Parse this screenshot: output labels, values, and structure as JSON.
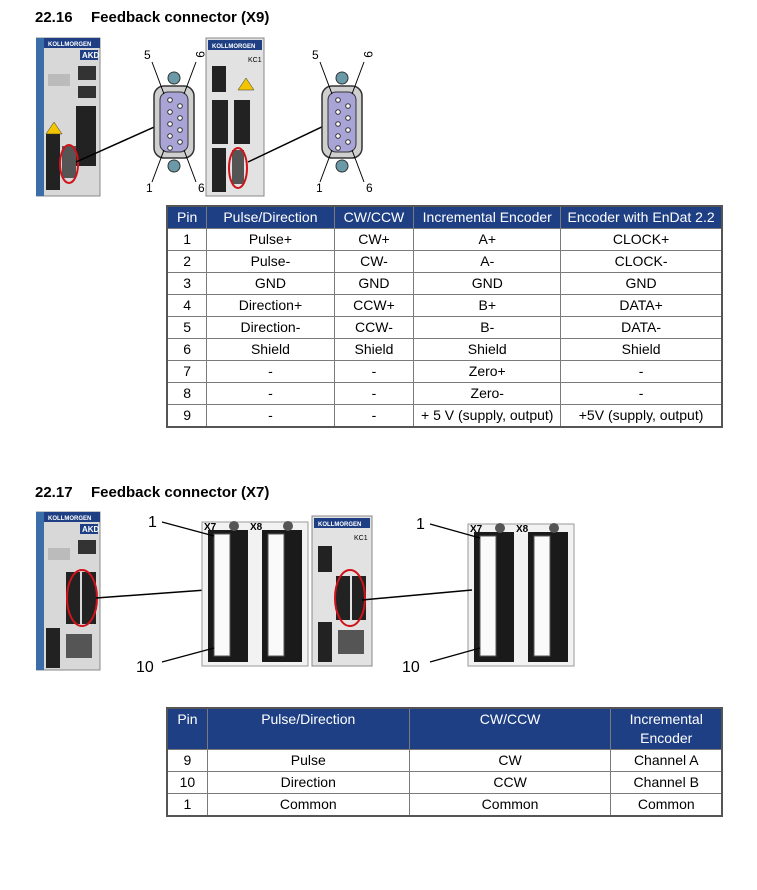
{
  "section1": {
    "number": "22.16",
    "title": "Feedback connector (X9)",
    "figure": {
      "pin_labels_left": {
        "top": "5",
        "bottom": "1"
      },
      "pin_labels_right": {
        "top": "9",
        "bottom": "6"
      },
      "pin_labels2_left": {
        "top": "5",
        "bottom": "1"
      },
      "pin_labels2_right": {
        "top": "9",
        "bottom": "6"
      },
      "drive1_brand": "KOLLMORGEN",
      "drive1_model": "AKD",
      "drive2_brand": "KOLLMORGEN",
      "drive2_model": "KC1"
    },
    "table": {
      "headers": [
        "Pin",
        "Pulse/Direction",
        "CW/CCW",
        "Incremental Encoder",
        "Encoder with EnDat 2.2"
      ],
      "rows": [
        [
          "1",
          "Pulse+",
          "CW+",
          "A+",
          "CLOCK+"
        ],
        [
          "2",
          "Pulse-",
          "CW-",
          "A-",
          "CLOCK-"
        ],
        [
          "3",
          "GND",
          "GND",
          "GND",
          "GND"
        ],
        [
          "4",
          "Direction+",
          "CCW+",
          "B+",
          "DATA+"
        ],
        [
          "5",
          "Direction-",
          "CCW-",
          "B-",
          "DATA-"
        ],
        [
          "6",
          "Shield",
          "Shield",
          "Shield",
          "Shield"
        ],
        [
          "7",
          "-",
          "-",
          "Zero+",
          "-"
        ],
        [
          "8",
          "-",
          "-",
          "Zero-",
          "-"
        ],
        [
          "9",
          "-",
          "-",
          "+ 5 V (supply, output)",
          "+5V (supply, output)"
        ]
      ]
    }
  },
  "section2": {
    "number": "22.17",
    "title": "Feedback connector (X7)",
    "figure": {
      "callout_top_left": "1",
      "callout_bottom_left": "10",
      "callout_top_right": "1",
      "callout_bottom_right": "10",
      "x7_label": "X7",
      "x8_label": "X8",
      "x7_label2": "X7",
      "x8_label2": "X8",
      "drive1_brand": "KOLLMORGEN",
      "drive1_model": "AKD",
      "drive2_brand": "KOLLMORGEN",
      "drive2_model": "KC1"
    },
    "table": {
      "headers": [
        "Pin",
        "Pulse/Direction",
        "CW/CCW",
        "Incremental Encoder"
      ],
      "rows": [
        [
          "9",
          "Pulse",
          "CW",
          "Channel A"
        ],
        [
          "10",
          "Direction",
          "CCW",
          "Channel B"
        ],
        [
          "1",
          "Common",
          "Common",
          "Common"
        ]
      ]
    }
  },
  "colors": {
    "header_bg": "#1e3f84",
    "header_text": "#ffffff",
    "highlight_ring": "#d0121b",
    "connector_body": "#a9a4d6"
  }
}
